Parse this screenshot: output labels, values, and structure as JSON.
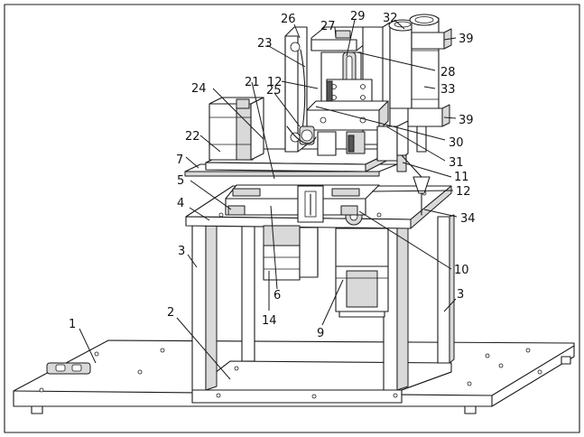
{
  "figure": {
    "frame": true,
    "background": "#ffffff",
    "line_color": "#1a1a1a"
  },
  "labels": {
    "l1": "1",
    "l2": "2",
    "l3a": "3",
    "l3b": "3",
    "l4": "4",
    "l5": "5",
    "l6": "6",
    "l7": "7",
    "l9": "9",
    "l10": "10",
    "l11": "11",
    "l12a": "12",
    "l12b": "12",
    "l14": "14",
    "l21": "21",
    "l22": "22",
    "l23": "23",
    "l24": "24",
    "l25": "25",
    "l26": "26",
    "l27": "27",
    "l28": "28",
    "l29": "29",
    "l30": "30",
    "l31": "31",
    "l32": "32",
    "l33": "33",
    "l34": "34",
    "l39a": "39",
    "l39b": "39"
  }
}
